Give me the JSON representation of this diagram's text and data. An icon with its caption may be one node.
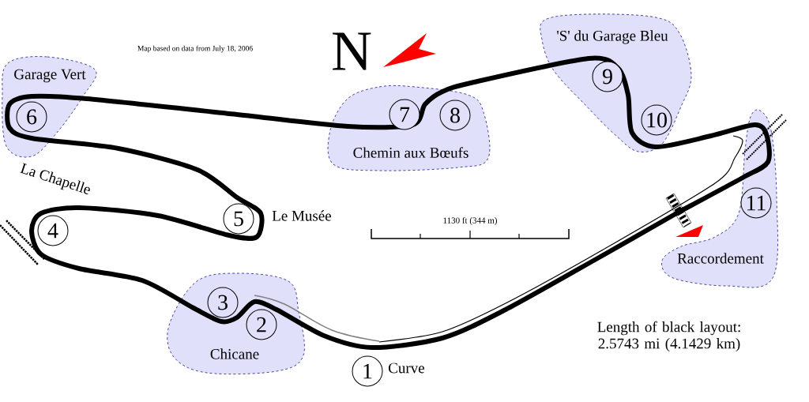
{
  "diagram": {
    "nodes": [
      {
        "text": [
          "Garage Vert"
        ]
      },
      {
        "text": [
          "6"
        ],
        "in": 0
      },
      {
        "text": [
          "Chemin aux Bœufs"
        ]
      },
      {
        "text": [
          "7"
        ],
        "in": 2
      },
      {
        "text": [
          "8"
        ],
        "in": 2
      },
      {
        "text": [
          "'S' du Garage Bleu"
        ]
      },
      {
        "text": [
          "9"
        ],
        "in": 5
      },
      {
        "text": [
          "10"
        ],
        "in": 5
      },
      {
        "text": [
          "5"
        ],
        "beside": [
          "Le Musée"
        ]
      },
      {
        "text": [
          "4"
        ],
        "beside": [
          "La Chapelle"
        ]
      },
      {
        "text": [
          "Raccordement"
        ]
      },
      {
        "text": [
          "11"
        ],
        "in": 10
      },
      {
        "text": [
          "Chicane"
        ]
      },
      {
        "text": [
          "3"
        ],
        "in": 12
      },
      {
        "text": [
          "2"
        ],
        "in": 12
      },
      {
        "text": [
          "1"
        ],
        "beside": [
          "Curve"
        ]
      }
    ],
    "labels": [
      "Map based on data from July 18, 2006",
      "N",
      "1130 ft (344 m)",
      "Length of black layout: 2.5743 mi (4.1429 km)"
    ]
  }
}
